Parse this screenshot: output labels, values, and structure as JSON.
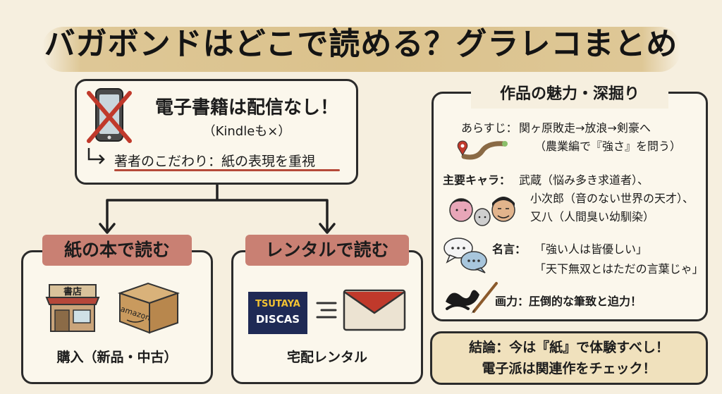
{
  "title": "バガボンドはどこで読める？グラレコまとめ",
  "ebook": {
    "heading": "電子書籍は配信なし！",
    "sub": "（Kindleも×）",
    "reason": "著者のこだわり：紙の表現を重視"
  },
  "paper": {
    "ribbon": "紙の本で読む",
    "store_sign": "書店",
    "box_brand": "amazon",
    "label": "購入（新品・中古）"
  },
  "rental": {
    "ribbon": "レンタルで読む",
    "service_line1": "TSUTAYA",
    "service_line2": "DISCAS",
    "label": "宅配レンタル"
  },
  "appeal": {
    "title": "作品の魅力・深掘り",
    "synopsis_label": "あらすじ：",
    "synopsis_1": "関ヶ原敗走→放浪→剣豪へ",
    "synopsis_2": "（農業編で『強さ』を問う）",
    "chara_label": "主要キャラ：",
    "chara_1": "武蔵（悩み多き求道者）、",
    "chara_2": "小次郎（音のない世界の天才）、",
    "chara_3": "又八（人間臭い幼馴染）",
    "quote_label": "名言：",
    "quote_1": "「強い人は皆優しい」",
    "quote_2": "「天下無双とはただの言葉じゃ」",
    "art": "画力：圧倒的な筆致と迫力！"
  },
  "conclusion": {
    "line1": "結論：今は『紙』で体験すべし！",
    "line2": "電子派は関連作をチェック！"
  },
  "colors": {
    "background": "#f6efdf",
    "ribbon": "#c98073",
    "accent_red": "#b64a3a",
    "tsutaya_navy": "#1f2a55",
    "conclusion_bg": "#f0e1bd"
  }
}
